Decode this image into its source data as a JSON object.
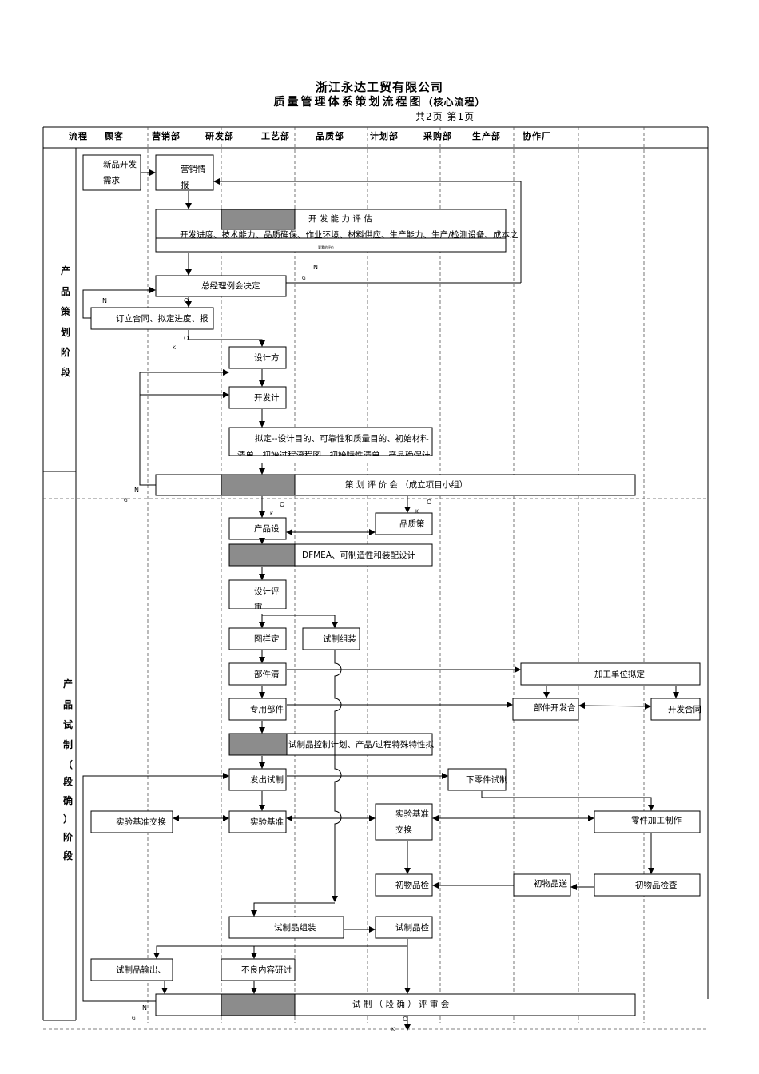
{
  "header": {
    "company": "浙江永达工贸有限公司",
    "title": "质量管理体系策划流程图",
    "subtitle": "（核心流程）",
    "page_info": "共2页 第1页"
  },
  "columns": [
    "流程",
    "顾客",
    "营销部",
    "研发部",
    "工艺部",
    "品质部",
    "计划部",
    "采购部",
    "生产部",
    "协作厂"
  ],
  "stages": [
    [
      "产",
      "品",
      "策",
      "划",
      "阶",
      "段"
    ],
    [
      "产",
      "品",
      "试",
      "制",
      "（",
      "段",
      "确",
      "）",
      "阶",
      "段"
    ]
  ],
  "boxes": {
    "new_product_demand": [
      "新品开发",
      "需求"
    ],
    "marketing_info": [
      "营销情",
      "报"
    ],
    "capability_eval": "开 发 能 力 评 估",
    "capability_eval_detail": "开发进度、技术能力、品质确保、作业环境、材料供应、生产能力、生产/检测设备、成本之",
    "gm_meeting": "总经理例会决定",
    "contract": "订立合同、拟定进度、报",
    "design_plan": "设计方",
    "dev_plan": "开发计",
    "draft_goals": "拟定--设计目的、可靠性和质量目的、初始材料",
    "draft_goals_2": "清单、初始过程流程图、初始特性清单、产品确保计",
    "plan_review": "策 划 评 价 会 （成立项目小组）",
    "product_design": "产品设",
    "quality_plan": "品质策",
    "dfmea": "DFMEA、可制造性和装配设计",
    "design_review": [
      "设计评",
      "审"
    ],
    "drawing_final": "图样定",
    "trial_assembly": "试制组装",
    "parts_list": "部件清",
    "supplier_select": "加工单位拟定",
    "special_parts": "专用部件",
    "parts_dev_contract": "部件开发合",
    "dev_contract": "开发合同",
    "trial_control_plan": "试制品控制计划、产品/过程特殊特性拟",
    "issue_trial": "发出试制",
    "parts_trial_order": "下零件试制",
    "test_ref_exchange_left": "实验基准交换",
    "test_ref": "实验基准",
    "test_ref_exchange": [
      "实验基准",
      "交换"
    ],
    "parts_manufacture": "零件加工制作",
    "first_article_inspect": "初物品检",
    "first_article_send": "初物品送",
    "first_article_check": "初物品检查",
    "trial_product_assembly": "试制品组装",
    "trial_product_inspect": "试制品检",
    "trial_output": "试制品输出、",
    "defect_study": "不良内容研讨",
    "trial_review": "试 制 （ 段 确 ） 评 审 会"
  },
  "marks": {
    "n": "N",
    "o": "O",
    "g": "G",
    "k": "K",
    "sub_note": "要素的评价"
  }
}
